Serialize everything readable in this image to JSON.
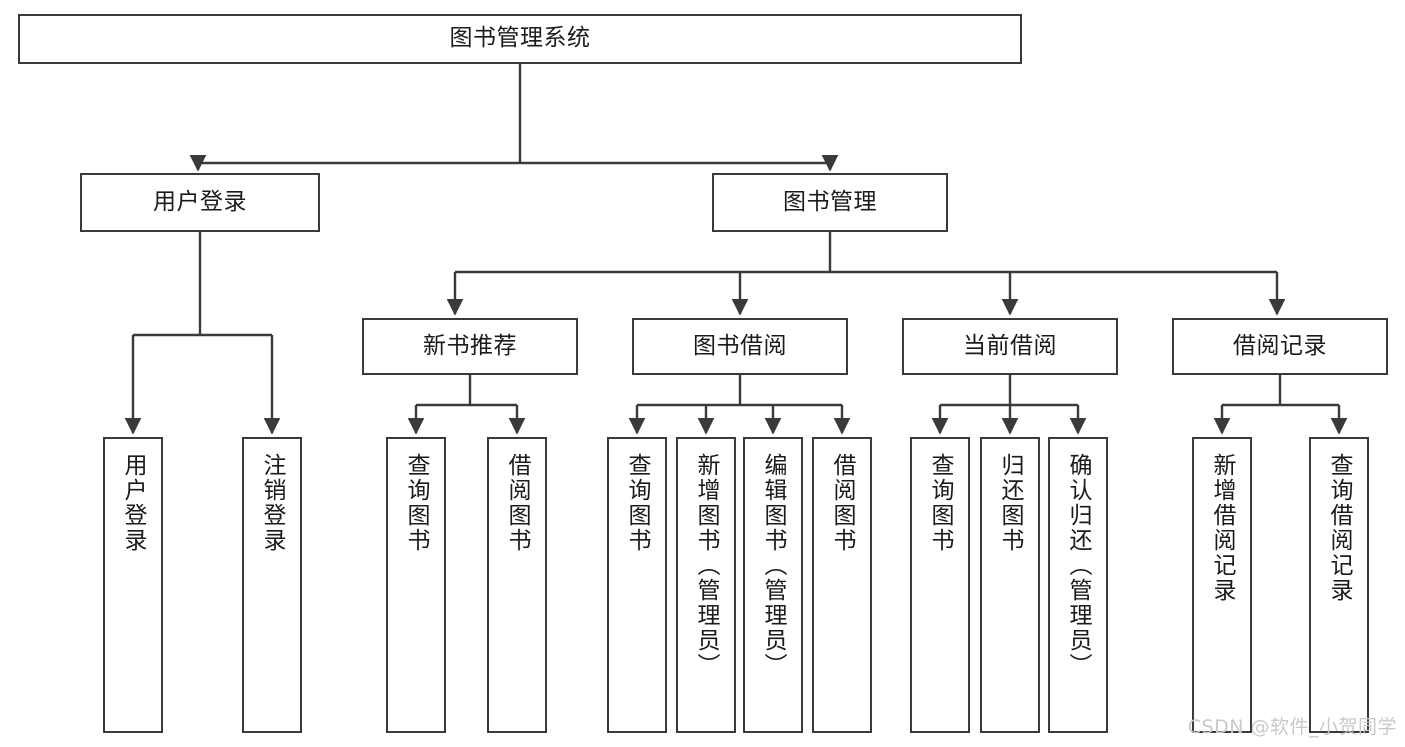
{
  "diagram": {
    "title": "图书管理系统",
    "type": "functional-structure-tree",
    "line_color": "#3a3a3a",
    "box_fill": "#ffffff",
    "text_color": "#1b1b1b",
    "background": "#ffffff"
  },
  "root": {
    "label": "图书管理系统"
  },
  "level2": [
    {
      "label": "用户登录"
    },
    {
      "label": "图书管理"
    }
  ],
  "level3": [
    {
      "label": "新书推荐"
    },
    {
      "label": "图书借阅"
    },
    {
      "label": "当前借阅"
    },
    {
      "label": "借阅记录"
    }
  ],
  "leaves": {
    "user_login": [
      {
        "label": "用户登录"
      },
      {
        "label": "注销登录"
      }
    ],
    "new_book_recommend": [
      {
        "label": "查询图书"
      },
      {
        "label": "借阅图书"
      }
    ],
    "book_borrow": [
      {
        "label": "查询图书"
      },
      {
        "label": "新增图书（管理员）"
      },
      {
        "label": "编辑图书（管理员）"
      },
      {
        "label": "借阅图书"
      }
    ],
    "current_borrow": [
      {
        "label": "查询图书"
      },
      {
        "label": "归还图书"
      },
      {
        "label": "确认归还（管理员）"
      }
    ],
    "borrow_record": [
      {
        "label": "新增借阅记录"
      },
      {
        "label": "查询借阅记录"
      }
    ]
  },
  "watermark": {
    "text": "CSDN @软件_小贺同学"
  }
}
